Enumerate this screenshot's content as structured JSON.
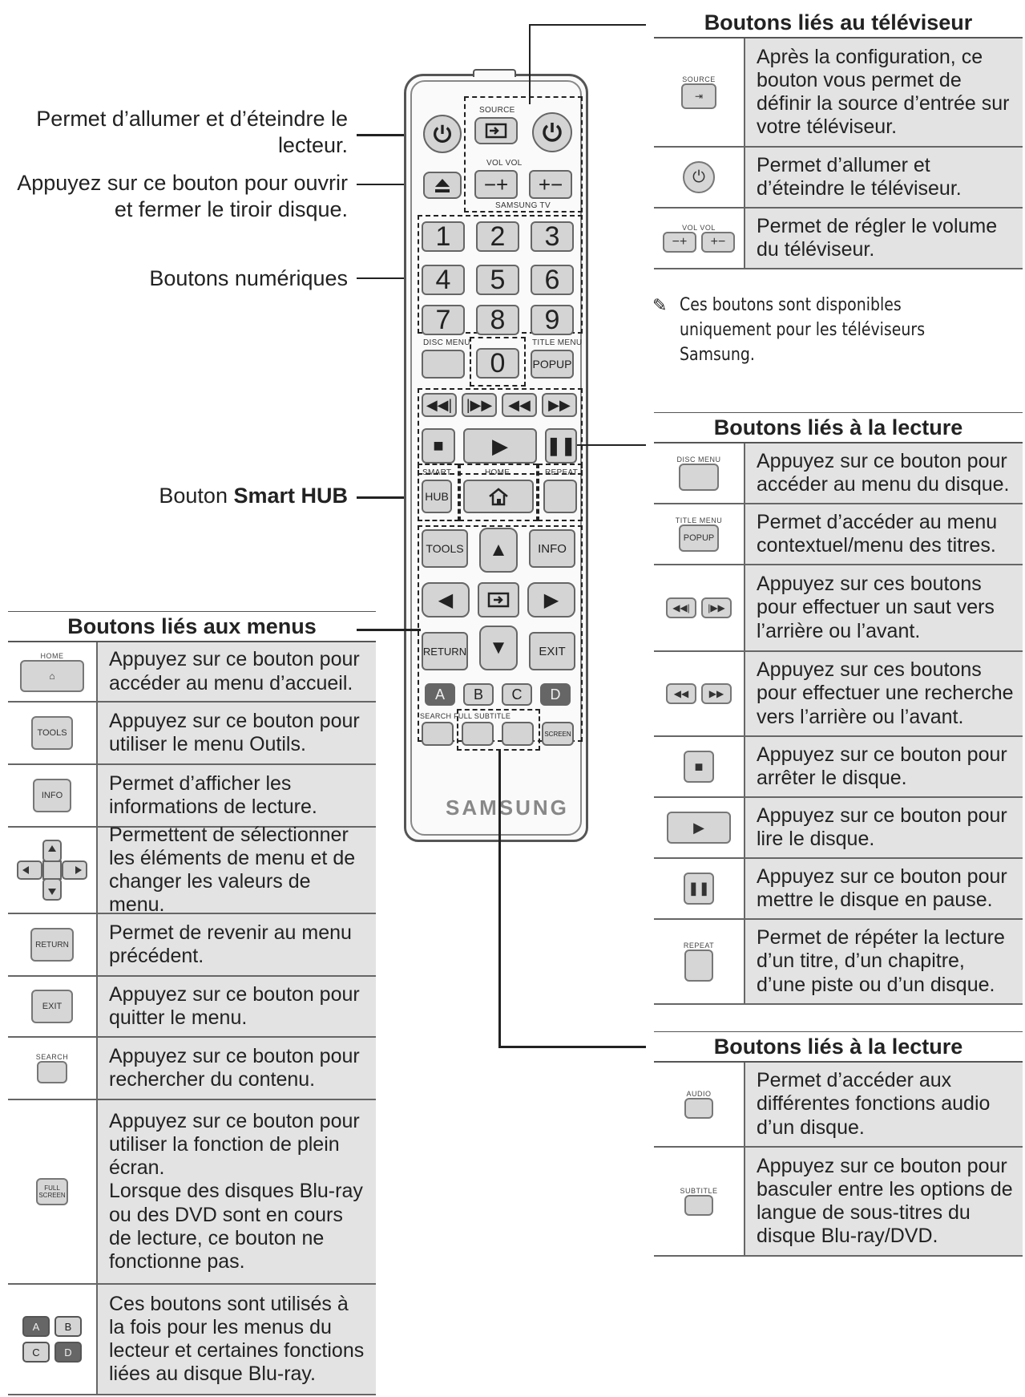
{
  "callouts": {
    "power": "Permet d’allumer et d’éteindre le lecteur.",
    "eject": "Appuyez sur ce bouton pour ouvrir et fermer le tiroir disque.",
    "numeric": "Boutons numériques",
    "smarthub_prefix": "Bouton ",
    "smarthub_bold": "Smart HUB"
  },
  "remote": {
    "source_label": "SOURCE",
    "vol_label": "VOL VOL",
    "samsung_tv_label": "SAMSUNG TV",
    "digits": [
      "1",
      "2",
      "3",
      "4",
      "5",
      "6",
      "7",
      "8",
      "9",
      "0"
    ],
    "disc_menu_label": "DISC MENU",
    "title_menu_label": "TITLE MENU",
    "popup_key": "POPUP",
    "smart_label": "SMART",
    "hub_key": "HUB",
    "home_label": "HOME",
    "repeat_label": "REPEAT",
    "tools_key": "TOOLS",
    "info_key": "INFO",
    "return_key": "RETURN",
    "exit_key": "EXIT",
    "color_keys": [
      "A",
      "B",
      "C",
      "D"
    ],
    "search_full_subtitle_label": "SEARCH FULL SUBTITLE",
    "screen_key": "SCREEN",
    "brand": "SAMSUNG"
  },
  "menus_table": {
    "title": "Boutons liés aux menus",
    "rows": [
      {
        "icon_label": "HOME",
        "text": "Appuyez sur ce bouton pour accéder au menu d’accueil."
      },
      {
        "icon_label": "TOOLS",
        "text": "Appuyez sur ce bouton pour utiliser le menu Outils."
      },
      {
        "icon_label": "INFO",
        "text": "Permet d’afficher les informations de lecture."
      },
      {
        "icon_label": "",
        "text": "Permettent de sélectionner les éléments de menu et de changer les valeurs de menu."
      },
      {
        "icon_label": "RETURN",
        "text": "Permet de revenir au menu précédent."
      },
      {
        "icon_label": "EXIT",
        "text": "Appuyez sur ce bouton pour quitter le menu."
      },
      {
        "icon_label": "SEARCH",
        "text": "Appuyez sur ce bouton pour rechercher du contenu."
      },
      {
        "icon_label": "FULL SCREEN",
        "text": "Appuyez sur ce bouton pour utiliser la fonction de plein écran.\nLorsque des disques Blu-ray ou des DVD sont en cours de lecture, ce bouton ne fonctionne pas."
      },
      {
        "icon_label": "",
        "text": "Ces boutons sont utilisés à la fois pour les menus du lecteur et certaines fonctions liées au disque Blu-ray."
      }
    ]
  },
  "tv_table": {
    "title": "Boutons liés au téléviseur",
    "rows": [
      {
        "icon_label": "SOURCE",
        "text": "Après la configuration, ce bouton vous permet de définir la source d’entrée sur votre téléviseur."
      },
      {
        "icon_label": "",
        "text": "Permet d’allumer et d’éteindre le téléviseur."
      },
      {
        "icon_label": "VOL VOL",
        "text": "Permet de régler le volume du téléviseur."
      }
    ],
    "note": "Ces boutons sont disponibles uniquement pour les téléviseurs Samsung."
  },
  "playback_table": {
    "title": "Boutons liés à la lecture",
    "rows": [
      {
        "icon_label": "DISC MENU",
        "text": "Appuyez sur ce bouton pour accéder au menu du disque."
      },
      {
        "icon_label": "TITLE MENU",
        "text": "Permet d’accéder au menu contextuel/menu des titres."
      },
      {
        "icon_label": "",
        "text": "Appuyez sur ces boutons pour effectuer un saut vers l’arrière ou l’avant."
      },
      {
        "icon_label": "",
        "text": "Appuyez sur ces boutons pour effectuer une recherche vers l’arrière ou l’avant."
      },
      {
        "icon_label": "",
        "text": "Appuyez sur ce bouton pour arrêter le disque."
      },
      {
        "icon_label": "",
        "text": "Appuyez sur ce bouton pour lire le disque."
      },
      {
        "icon_label": "",
        "text": "Appuyez sur ce bouton pour mettre le disque en pause."
      },
      {
        "icon_label": "REPEAT",
        "text": "Permet de répéter la lecture d’un titre, d’un chapitre, d’une piste ou d’un disque."
      }
    ]
  },
  "playback_table2": {
    "title": "Boutons liés à la lecture",
    "rows": [
      {
        "icon_label": "AUDIO",
        "text": "Permet d’accéder aux différentes fonctions audio d’un disque."
      },
      {
        "icon_label": "SUBTITLE",
        "text": "Appuyez sur ce bouton pour basculer entre les options de langue de sous-titres du disque Blu-ray/DVD."
      }
    ]
  }
}
